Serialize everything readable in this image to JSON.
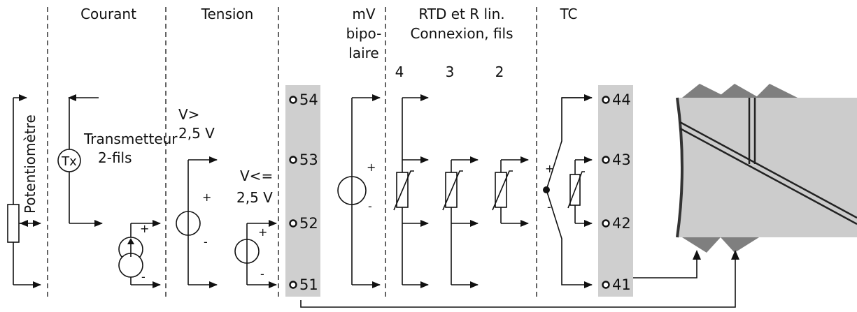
{
  "sections": {
    "courant": "Courant",
    "tension": "Tension",
    "mv": [
      "mV",
      "bipo-",
      "laire"
    ],
    "rtd": [
      "RTD et R lin.",
      "Connexion, fils"
    ],
    "tc": "TC"
  },
  "wire_counts": [
    "4",
    "3",
    "2"
  ],
  "labels": {
    "potentiometre": "Potentiomètre",
    "transmetteur": [
      "Transmetteur",
      "2-fils"
    ],
    "tx": "Tx",
    "v_gt": [
      "V>",
      "2,5 V"
    ],
    "v_le": [
      "V<=",
      "2,5 V"
    ],
    "plus": "+",
    "minus": "-"
  },
  "terminals_left": [
    "54",
    "53",
    "52",
    "51"
  ],
  "terminals_right": [
    "44",
    "43",
    "42",
    "41"
  ],
  "colors": {
    "strip": "#cfcfcf",
    "device": "#cccccc",
    "device_dark": "#7f7f7f",
    "line": "#111111"
  }
}
